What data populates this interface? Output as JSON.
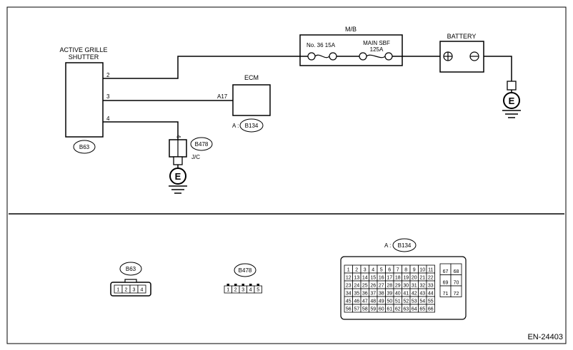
{
  "components": {
    "active_grille_shutter": {
      "title_line1": "ACTIVE GRILLE",
      "title_line2": "SHUTTER",
      "pins": [
        "2",
        "3",
        "4"
      ]
    },
    "ecm": {
      "title": "ECM",
      "pin": "A17",
      "connector_prefix": "A :"
    },
    "mb": {
      "title": "M/B",
      "fuse_no36": "No. 36  15A",
      "main_sbf_line1": "MAIN SBF",
      "main_sbf_line2": "125A"
    },
    "battery": {
      "title": "BATTERY"
    },
    "joint_connector": {
      "label": "J/C",
      "pin": "4"
    },
    "ground": {
      "symbol": "E"
    }
  },
  "connectors": {
    "b63": "B63",
    "b478": "B478",
    "b134": "B134",
    "b134_prefix": "A :"
  },
  "connector_views": {
    "b63_pins": [
      "1",
      "2",
      "3",
      "4"
    ],
    "b478_pins": [
      "1",
      "2",
      "3",
      "4",
      "5"
    ],
    "b134_main_rows": [
      [
        "1",
        "2",
        "3",
        "4",
        "5",
        "6",
        "7",
        "8",
        "9",
        "10",
        "11"
      ],
      [
        "12",
        "13",
        "14",
        "15",
        "16",
        "17",
        "18",
        "19",
        "20",
        "21",
        "22"
      ],
      [
        "23",
        "24",
        "25",
        "26",
        "27",
        "28",
        "29",
        "30",
        "31",
        "32",
        "33"
      ],
      [
        "34",
        "35",
        "36",
        "37",
        "38",
        "39",
        "40",
        "41",
        "42",
        "43",
        "44"
      ],
      [
        "45",
        "46",
        "47",
        "48",
        "49",
        "50",
        "51",
        "52",
        "53",
        "54",
        "55"
      ],
      [
        "56",
        "57",
        "58",
        "59",
        "60",
        "61",
        "62",
        "63",
        "64",
        "65",
        "66"
      ]
    ],
    "b134_side_rows": [
      [
        "67",
        "68"
      ],
      [
        "69",
        "70"
      ],
      [
        "71",
        "72"
      ]
    ]
  },
  "doc_code": "EN-24403"
}
